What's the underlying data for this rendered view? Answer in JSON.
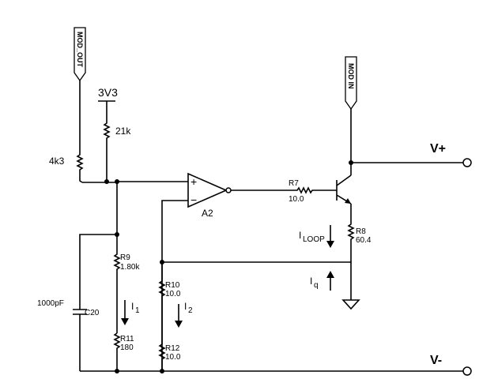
{
  "connectors": {
    "mod_out": "MOD_OUT",
    "mod_in": "MOD IN"
  },
  "supply": {
    "rail_3v3": "3V3",
    "pullup_value": "21k",
    "series_value": "4k3"
  },
  "amplifier": {
    "name": "A2",
    "plus": "+",
    "minus": "−"
  },
  "components": {
    "r7": {
      "name": "R7",
      "value": "10.0"
    },
    "r8": {
      "name": "R8",
      "value": "60.4"
    },
    "r9": {
      "name": "R9",
      "value": "1.80k"
    },
    "r10": {
      "name": "R10",
      "value": "10.0"
    },
    "r11": {
      "name": "R11",
      "value": "180"
    },
    "r12": {
      "name": "R12",
      "value": "10.0"
    },
    "c20": {
      "name": "C20",
      "value": "1000pF"
    }
  },
  "currents": {
    "i_loop_main": "I",
    "i_loop_sub": "LOOP",
    "i_q_main": "I",
    "i_q_sub": "q",
    "i1_main": "I",
    "i1_sub": "1",
    "i2_main": "I",
    "i2_sub": "2"
  },
  "terminals": {
    "v_plus": "V+",
    "v_minus": "V-"
  }
}
